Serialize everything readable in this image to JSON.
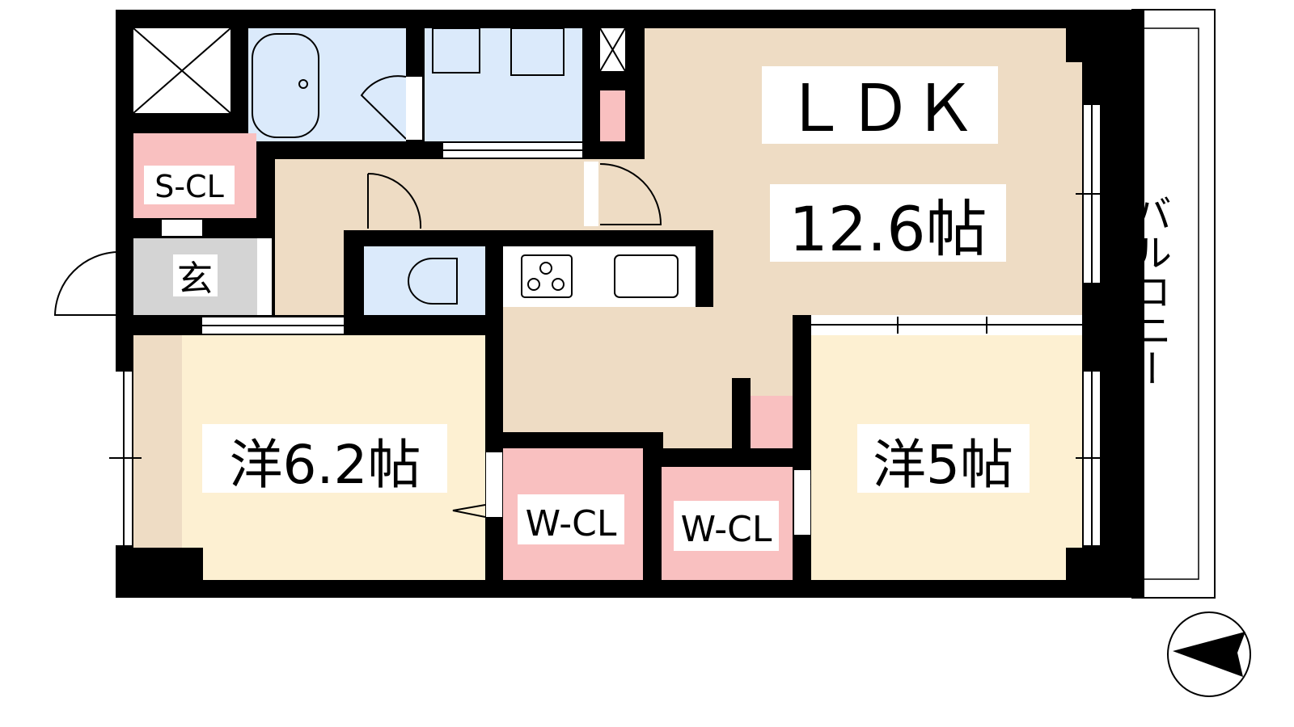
{
  "floorplan": {
    "rooms": {
      "ldk_name": "ＬＤＫ",
      "ldk_size": "12.6帖",
      "western1": "洋6.2帖",
      "western2": "洋5帖",
      "wcl1": "W-CL",
      "wcl2": "W-CL",
      "scl": "S-CL",
      "entrance": "玄",
      "balcony": "バルコニー"
    },
    "colors": {
      "wall": "#000000",
      "ldk": "#eedcc4",
      "western": "#fdf0d2",
      "closet": "#f9c0c0",
      "wet_area": "#dbeafb",
      "entrance": "#d4d4d4"
    },
    "compass_icon": "north-arrow-left"
  }
}
